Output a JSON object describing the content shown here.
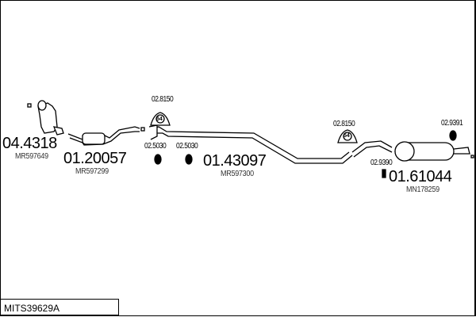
{
  "diagram_code": "MITS39629A",
  "parts": [
    {
      "number": "04.4318",
      "ref": "MR597649"
    },
    {
      "number": "01.20057",
      "ref": "MR597299"
    },
    {
      "number": "01.43097",
      "ref": "MR597300"
    },
    {
      "number": "01.61044",
      "ref": "MN178259"
    }
  ],
  "hardware": [
    {
      "number": "02.8150"
    },
    {
      "number": "02.5030"
    },
    {
      "number": "02.5030"
    },
    {
      "number": "02.8150"
    },
    {
      "number": "02.9391"
    },
    {
      "number": "02.9390"
    }
  ],
  "hanger_mark": "54"
}
